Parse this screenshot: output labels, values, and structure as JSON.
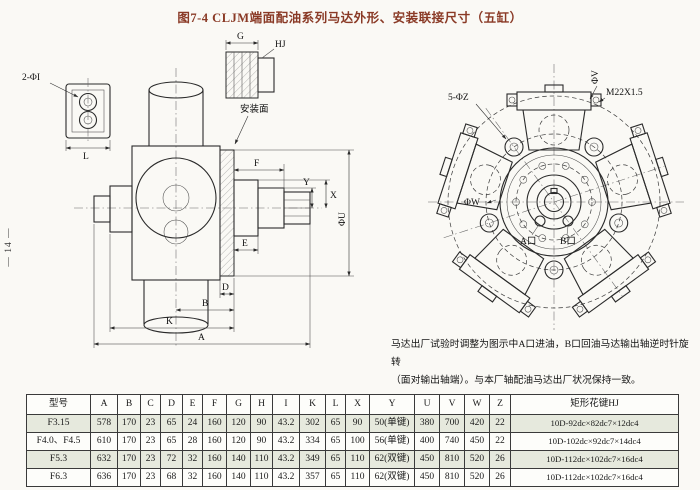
{
  "page": {
    "title": "图7-4 CLJM端面配油系列马达外形、安装联接尺寸（五缸）",
    "page_number": "— 14 —",
    "note_line1": "马达出厂试验时调整为图示中A口进油，B口回油马达输出轴逆时针旋转",
    "note_line2": "（面对输出轴端）。与本厂轴配油马达出厂状况保持一致。"
  },
  "left_drawing": {
    "labels": {
      "holes": "2-ΦI",
      "l": "L",
      "g": "G",
      "hj": "HJ",
      "mount_face": "安装面",
      "f": "F",
      "y": "Y",
      "x": "X",
      "phi_u": "ΦU",
      "d": "D",
      "e": "E",
      "b": "B",
      "k": "K",
      "a": "A"
    }
  },
  "right_drawing": {
    "labels": {
      "bolt_holes": "5-ΦZ",
      "thread": "M22X1.5",
      "phi_v": "ΦV",
      "phi_w": "ΦW",
      "port_a": "A口",
      "port_b": "B口"
    }
  },
  "table": {
    "headers": [
      "型号",
      "A",
      "B",
      "C",
      "D",
      "E",
      "F",
      "G",
      "H",
      "I",
      "K",
      "L",
      "X",
      "Y",
      "U",
      "V",
      "W",
      "Z",
      "矩形花键HJ"
    ],
    "rows": [
      [
        "F3.15",
        "578",
        "170",
        "23",
        "65",
        "24",
        "160",
        "120",
        "90",
        "43.2",
        "302",
        "65",
        "90",
        "50(单键)",
        "380",
        "700",
        "420",
        "22",
        "10D-92dc×82dc7×12dc4"
      ],
      [
        "F4.0、F4.5",
        "610",
        "170",
        "23",
        "65",
        "28",
        "160",
        "120",
        "90",
        "43.2",
        "334",
        "65",
        "100",
        "56(单键)",
        "400",
        "740",
        "450",
        "22",
        "10D-102dc×92dc7×14dc4"
      ],
      [
        "F5.3",
        "632",
        "170",
        "23",
        "72",
        "32",
        "160",
        "140",
        "110",
        "43.2",
        "349",
        "65",
        "110",
        "62(双键)",
        "450",
        "810",
        "520",
        "26",
        "10D-112dc×102dc7×16dc4"
      ],
      [
        "F6.3",
        "636",
        "170",
        "23",
        "68",
        "32",
        "160",
        "140",
        "110",
        "43.2",
        "357",
        "65",
        "110",
        "62(双键)",
        "450",
        "810",
        "520",
        "26",
        "10D-112dc×102dc7×16dc4"
      ]
    ]
  }
}
